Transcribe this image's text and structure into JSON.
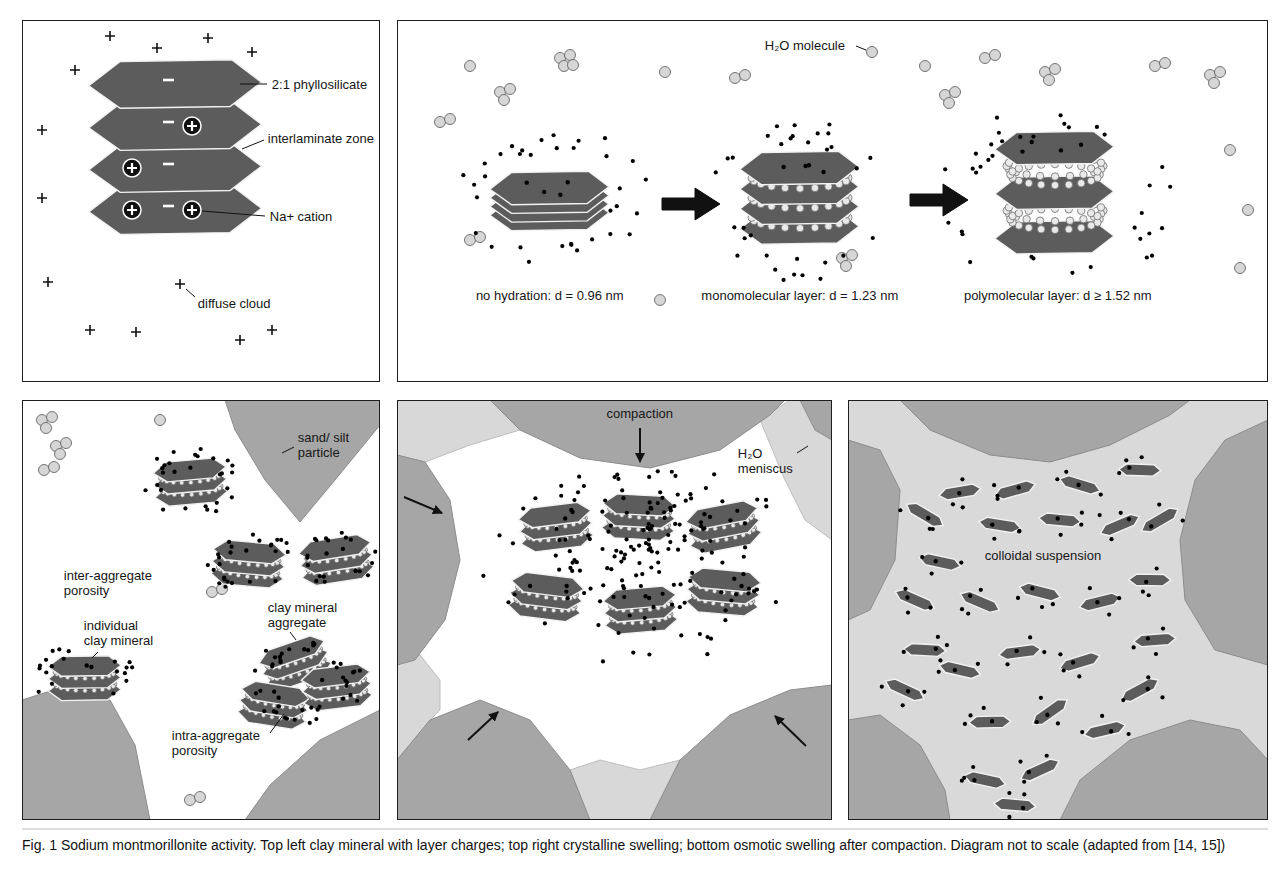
{
  "diagram": {
    "caption": "Fig. 1 Sodium montmorillonite activity. Top left clay mineral with layer charges; top right crystalline swelling; bottom osmotic swelling after compaction. Diagram not to scale (adapted from [14, 15])",
    "nodes": [
      {
        "text": [
          "2:1 phyllosilicate",
          "interlaminate zone",
          "Na+ cation",
          "diffuse cloud"
        ]
      },
      {
        "text": [
          "H₂O molecule",
          "no hydration: d = 0.96 nm",
          "monomolecular layer: d = 1.23 nm",
          "polymolecular layer: d ≥ 1.52 nm"
        ]
      },
      {
        "text": [
          "sand/ silt particle",
          "inter-aggregate porosity",
          "individual clay mineral",
          "clay mineral aggregate",
          "intra-aggregate porosity"
        ]
      },
      {
        "text": [
          "compaction",
          "H₂O meniscus"
        ]
      },
      {
        "text": [
          "colloidal suspension"
        ]
      }
    ]
  }
}
